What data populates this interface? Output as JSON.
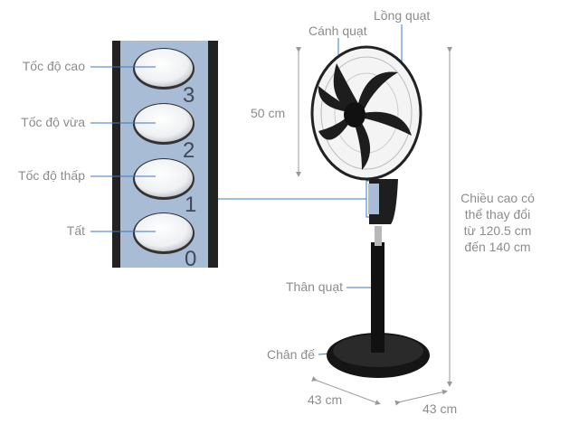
{
  "controls": {
    "buttons": [
      {
        "label": "Tốc độ cao",
        "number": "3"
      },
      {
        "label": "Tốc độ vừa",
        "number": "2"
      },
      {
        "label": "Tốc độ thấp",
        "number": "1"
      },
      {
        "label": "Tất",
        "number": "0"
      }
    ]
  },
  "parts": {
    "blade": "Cánh quạt",
    "cage": "Lồng quạt",
    "body": "Thân quạt",
    "base": "Chân đế"
  },
  "dimensions": {
    "head_diameter": "50 cm",
    "height_lines": [
      "Chiều cao có",
      "thể thay đổi",
      "từ 120.5 cm",
      "đến 140 cm"
    ],
    "base_depth": "43 cm",
    "base_width": "43 cm"
  },
  "colors": {
    "leader_line": "#3a78c0",
    "panel": "#a9bcd6",
    "fan_body": "#1c1c1c"
  }
}
